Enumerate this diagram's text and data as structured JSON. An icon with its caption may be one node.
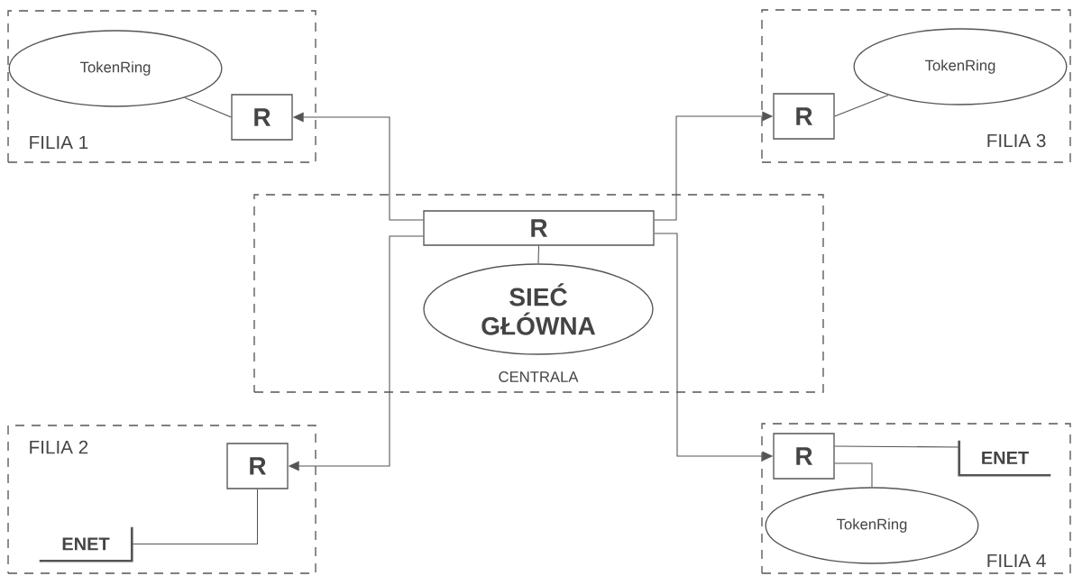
{
  "diagram": {
    "nodes": [
      {
        "text": [
          "FILIA 1"
        ]
      },
      {
        "text": [
          "TokenRing"
        ],
        "in": 0
      },
      {
        "text": [
          "R"
        ],
        "in": 0
      },
      {
        "text": [
          "FILIA 3"
        ]
      },
      {
        "text": [
          "TokenRing"
        ],
        "in": 3
      },
      {
        "text": [
          "R"
        ],
        "in": 3
      },
      {
        "text": [
          "CENTRALA"
        ]
      },
      {
        "text": [
          "R"
        ],
        "in": 6
      },
      {
        "text": [
          "SIEĆ GŁÓWNA"
        ],
        "in": 6
      },
      {
        "text": [
          "FILIA 2"
        ]
      },
      {
        "text": [
          "R"
        ],
        "in": 9
      },
      {
        "text": [
          "ENET"
        ],
        "in": 9
      },
      {
        "text": [
          "FILIA 4"
        ]
      },
      {
        "text": [
          "R"
        ],
        "in": 12
      },
      {
        "text": [
          "ENET"
        ],
        "in": 12
      },
      {
        "text": [
          "TokenRing"
        ],
        "in": 12
      }
    ],
    "edges": [
      {
        "from": 1,
        "to": 2,
        "arrow": "none"
      },
      {
        "from": 5,
        "to": 4,
        "arrow": "none"
      },
      {
        "from": 7,
        "to": 8,
        "arrow": "none"
      },
      {
        "from": 7,
        "to": 2,
        "arrow": "to"
      },
      {
        "from": 7,
        "to": 5,
        "arrow": "to"
      },
      {
        "from": 7,
        "to": 10,
        "arrow": "to"
      },
      {
        "from": 7,
        "to": 13,
        "arrow": "to"
      },
      {
        "from": 10,
        "to": 11,
        "arrow": "none"
      },
      {
        "from": 13,
        "to": 14,
        "arrow": "none"
      },
      {
        "from": 13,
        "to": 15,
        "arrow": "none"
      }
    ]
  }
}
